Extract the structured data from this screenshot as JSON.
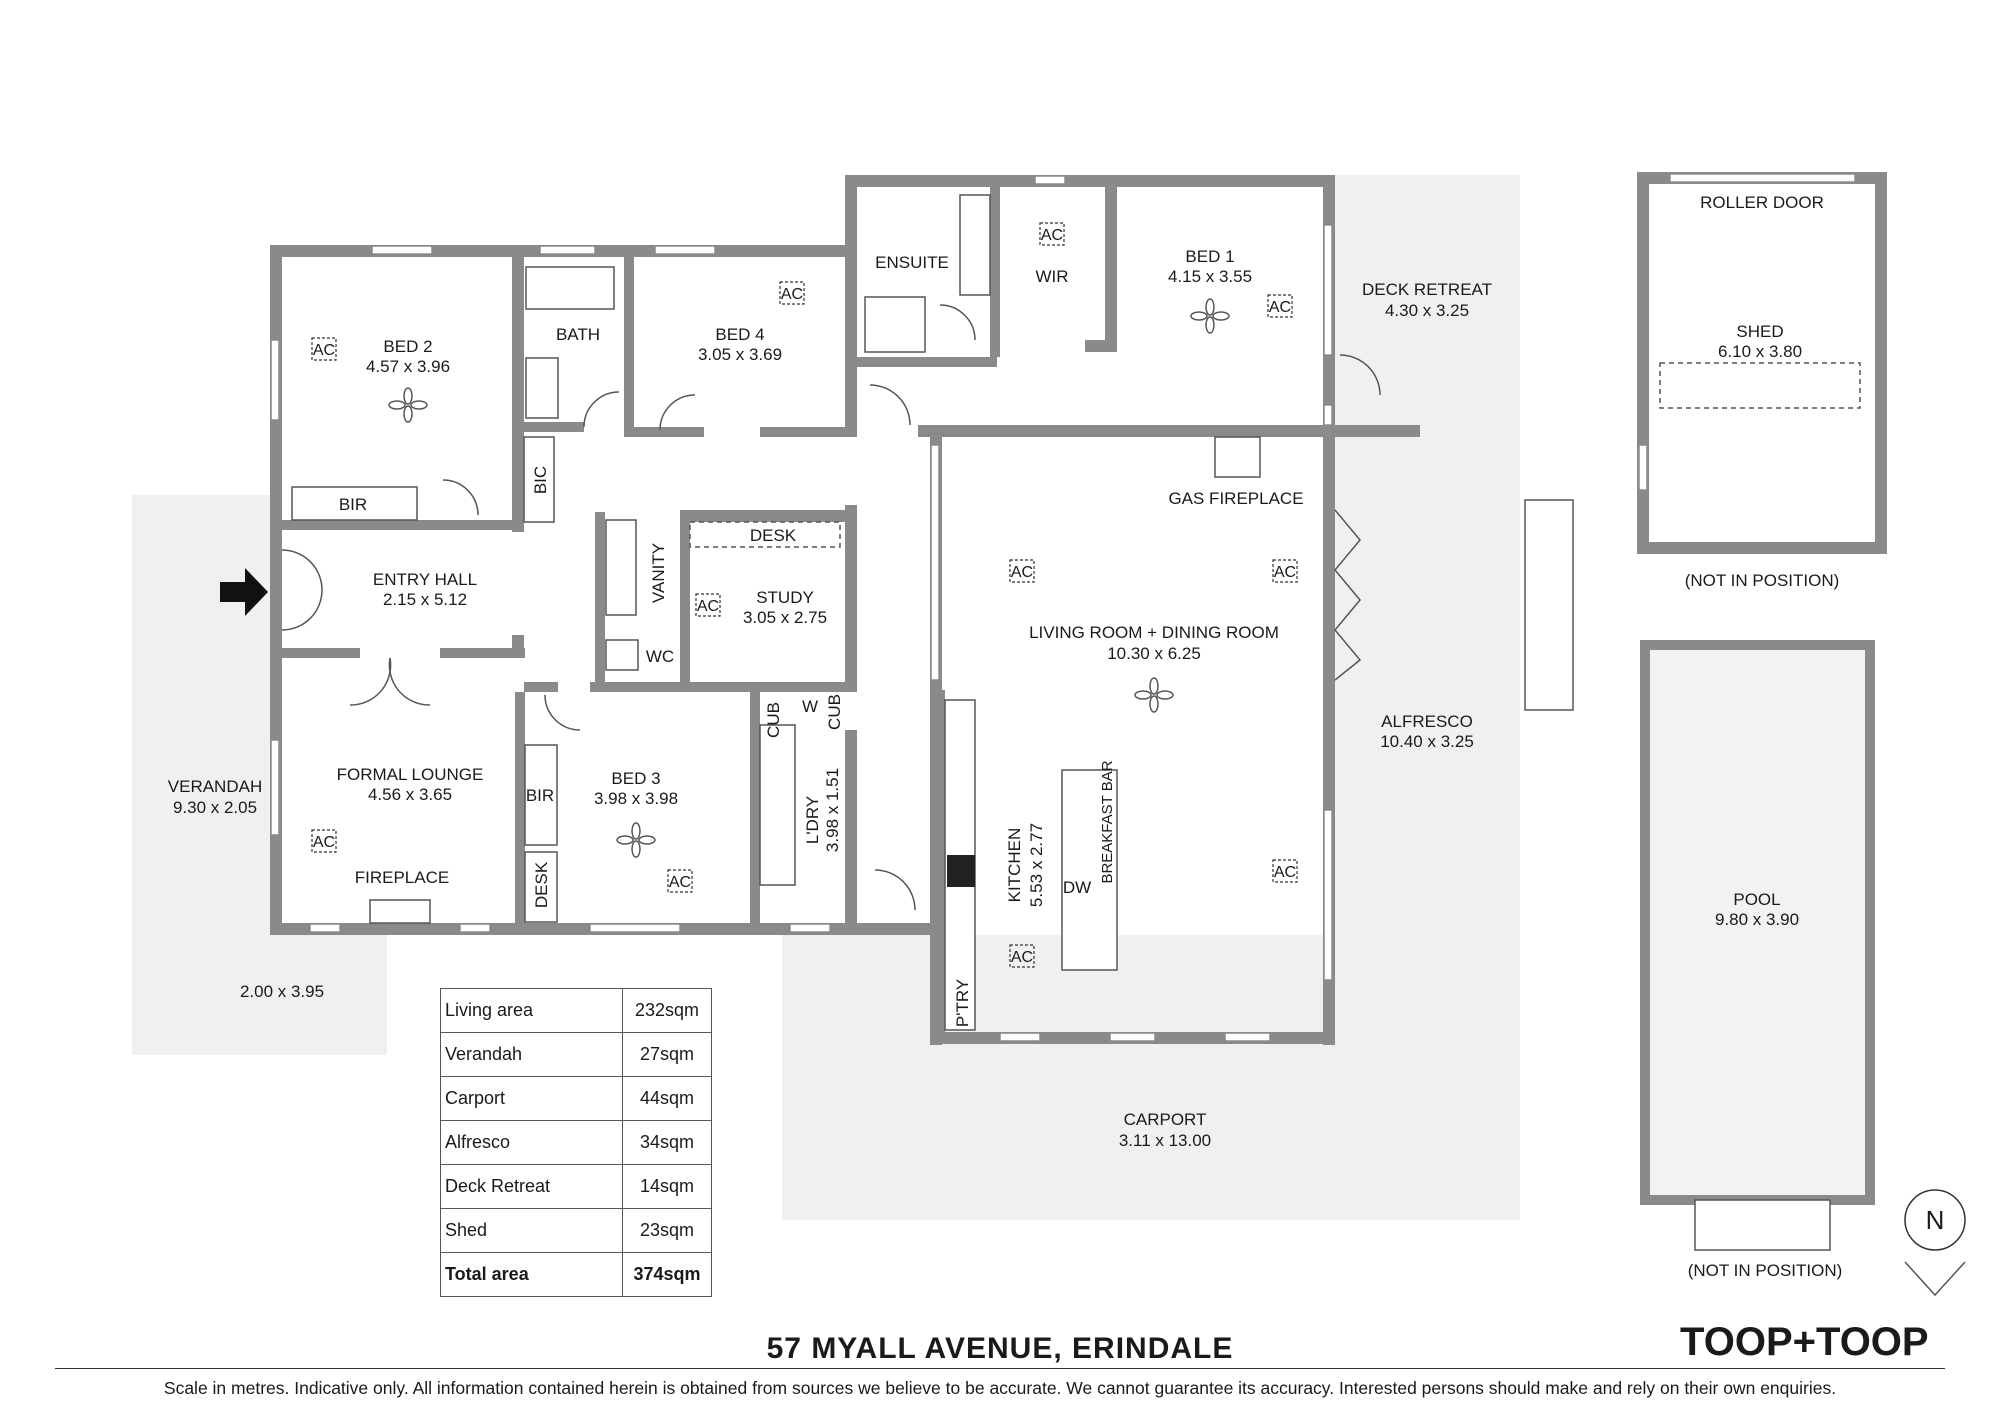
{
  "rooms": {
    "bed2": {
      "name": "BED 2",
      "size": "4.57 x 3.96"
    },
    "bath": {
      "name": "BATH"
    },
    "bed4": {
      "name": "BED 4",
      "size": "3.05 x 3.69"
    },
    "ensuite": {
      "name": "ENSUITE"
    },
    "wir": {
      "name": "WIR"
    },
    "bed1": {
      "name": "BED 1",
      "size": "4.15 x 3.55"
    },
    "deck_retreat": {
      "name": "DECK RETREAT",
      "size": "4.30 x 3.25"
    },
    "bir1": {
      "name": "BIR"
    },
    "bic": {
      "name": "BIC"
    },
    "entry_hall": {
      "name": "ENTRY HALL",
      "size": "2.15 x 5.12"
    },
    "vanity": {
      "name": "VANITY"
    },
    "wc": {
      "name": "WC"
    },
    "desk1": {
      "name": "DESK"
    },
    "study": {
      "name": "STUDY",
      "size": "3.05 x 2.75"
    },
    "gas_fireplace": {
      "name": "GAS FIREPLACE"
    },
    "living": {
      "name": "LIVING ROOM + DINING ROOM",
      "size": "10.30 x 6.25"
    },
    "alfresco": {
      "name": "ALFRESCO",
      "size": "10.40 x 3.25"
    },
    "verandah": {
      "name": "VERANDAH",
      "size": "9.30 x 2.05"
    },
    "formal_lounge": {
      "name": "FORMAL LOUNGE",
      "size": "4.56 x 3.65"
    },
    "fireplace": {
      "name": "FIREPLACE"
    },
    "bir2": {
      "name": "BIR"
    },
    "desk2": {
      "name": "DESK"
    },
    "bed3": {
      "name": "BED 3",
      "size": "3.98 x 3.98"
    },
    "cub1": {
      "name": "CUB"
    },
    "w": {
      "name": "W"
    },
    "cub2": {
      "name": "CUB"
    },
    "ldry": {
      "name": "L'DRY",
      "size": "3.98 x 1.51"
    },
    "kitchen": {
      "name": "KITCHEN",
      "size": "5.53 x 2.77"
    },
    "breakfast_bar": {
      "name": "BREAKFAST BAR"
    },
    "dw": {
      "name": "DW"
    },
    "ptry": {
      "name": "P'TRY"
    },
    "verandah_ext": {
      "size": "2.00 x 3.95"
    },
    "carport": {
      "name": "CARPORT",
      "size": "3.11 x 13.00"
    },
    "shed": {
      "name": "SHED",
      "size": "6.10 x 3.80"
    },
    "roller_door": {
      "name": "ROLLER DOOR"
    },
    "pool": {
      "name": "POOL",
      "size": "9.80 x 3.90"
    }
  },
  "notes": {
    "not_in_position_shed": "(NOT IN POSITION)",
    "not_in_position_pool": "(NOT IN POSITION)",
    "ac": "AC",
    "north": "N"
  },
  "areas": [
    {
      "label": "Living area",
      "value": "232sqm"
    },
    {
      "label": "Verandah",
      "value": "27sqm"
    },
    {
      "label": "Carport",
      "value": "44sqm"
    },
    {
      "label": "Alfresco",
      "value": "34sqm"
    },
    {
      "label": "Deck Retreat",
      "value": "14sqm"
    },
    {
      "label": "Shed",
      "value": "23sqm"
    },
    {
      "label": "Total area",
      "value": "374sqm"
    }
  ],
  "address": "57 MYALL AVENUE, ERINDALE",
  "brand": "TOOP+TOOP",
  "disclaimer": "Scale in metres. Indicative only. All information contained herein is obtained from sources we believe to be accurate. We cannot guarantee its accuracy. Interested persons should make and rely on their own enquiries.",
  "colors": {
    "wall": "#8a8a8c",
    "outdoor": "#eff1f0",
    "text": "#1a1a1a"
  }
}
